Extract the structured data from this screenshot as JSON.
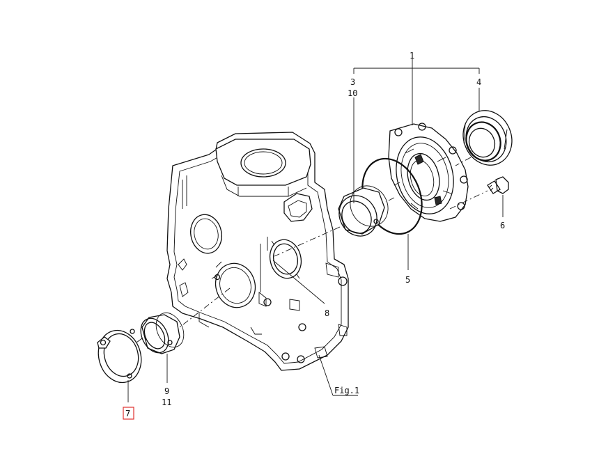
{
  "callouts": {
    "p1": "1",
    "p3": "3",
    "p10": "10",
    "p4": "4",
    "p6": "6",
    "p5": "5",
    "p8": "8",
    "p9": "9",
    "p11": "11",
    "p7": "7",
    "fig": "Fig.1"
  },
  "colors": {
    "line": "#111111",
    "highlight": "#e0312f",
    "background": "#ffffff"
  }
}
